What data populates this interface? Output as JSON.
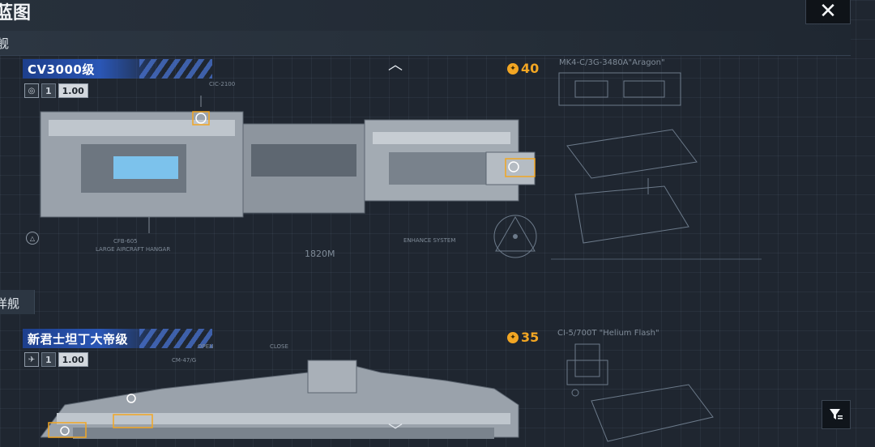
{
  "header": {
    "title": "蓝图",
    "close_label": "✕"
  },
  "categories": [
    {
      "label": "舰"
    },
    {
      "label": "洋舰"
    }
  ],
  "ships": [
    {
      "name": "CV3000级",
      "stat_level": "1",
      "stat_value": "1.00",
      "stat_unit": ".00",
      "cost": "40",
      "blueprint_title": "MK4-C/3G-3480A\"Aragon\"",
      "annotation_top": "CIC-2100",
      "annotation_bottom": "CFB-605",
      "annotation_bottom_sub": "LARGE AIRCRAFT HANGAR",
      "length_label": "1820M",
      "enhance_label": "ENHANCE SYSTEM"
    },
    {
      "name": "新君士坦丁大帝级",
      "stat_level": "1",
      "stat_value": "1.00",
      "stat_unit": ".00",
      "cost": "35",
      "blueprint_title": "CI-5/700T \"Helium Flash\"",
      "annotation_top": "CM-47/G",
      "open_label": "OPEN",
      "close_label": "CLOSE"
    }
  ],
  "colors": {
    "accent": "#f2a623",
    "tag_blue": "#2a56b5",
    "background": "#1f2630"
  },
  "icons": {
    "close": "close-icon",
    "filter": "filter-icon",
    "coin": "coin-icon",
    "scroll_up": "chevron-up-icon",
    "scroll_down": "chevron-down-icon"
  }
}
